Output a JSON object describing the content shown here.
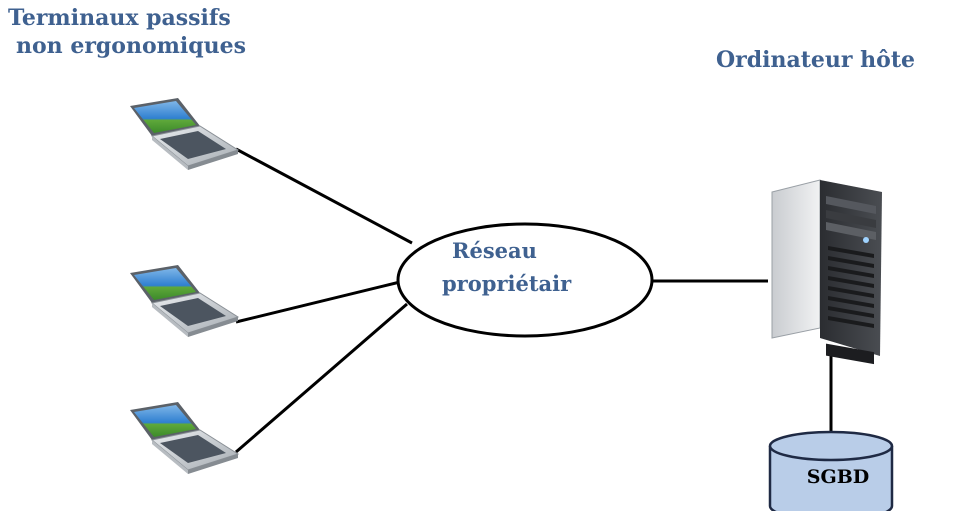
{
  "titles": {
    "terminals_line1": "Terminaux passifs",
    "terminals_line2": "non ergonomiques",
    "host": "Ordinateur hôte"
  },
  "network": {
    "line1": "Réseau",
    "line2": "propriétair"
  },
  "database": {
    "label": "SGBD"
  },
  "icons": [
    "laptop-icon",
    "laptop-icon",
    "laptop-icon",
    "server-tower-icon",
    "database-cylinder-icon"
  ],
  "colors": {
    "title_text": "#3f6190",
    "line": "#000000",
    "database_fill": "#b9cde8",
    "database_stroke": "#1f2a44"
  }
}
